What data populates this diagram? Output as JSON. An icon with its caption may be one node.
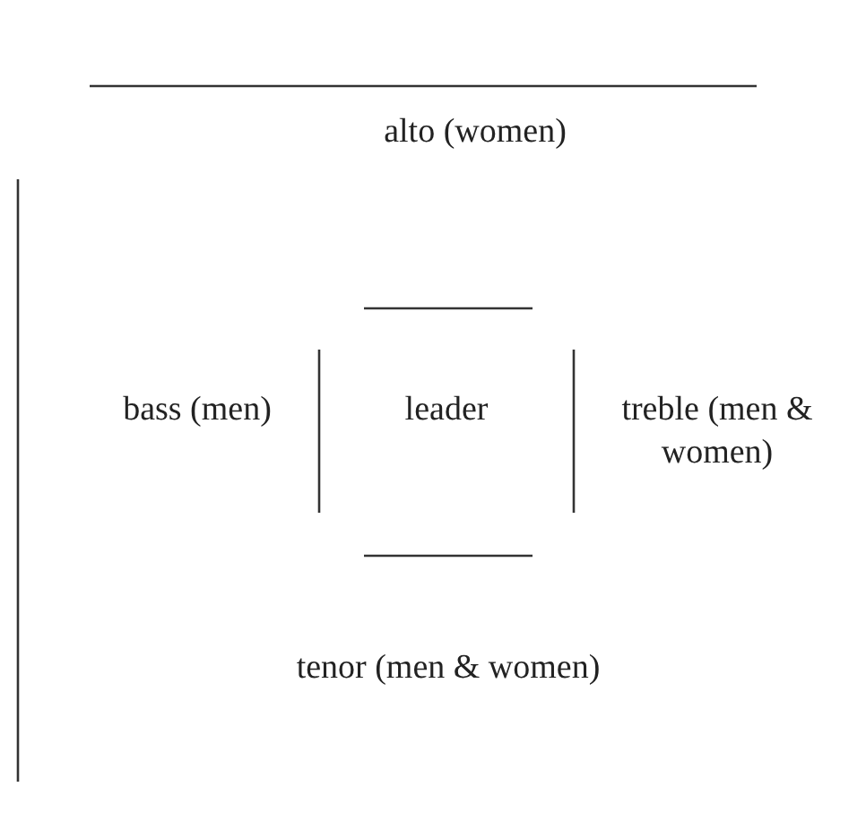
{
  "diagram": {
    "nodes": [
      {
        "text": [
          "alto (women)"
        ]
      },
      {
        "text": [
          "bass (men)"
        ]
      },
      {
        "text": [
          "leader"
        ]
      },
      {
        "text": [
          "treble (men & women)"
        ]
      },
      {
        "text": [
          "tenor (men & women)"
        ]
      }
    ]
  }
}
